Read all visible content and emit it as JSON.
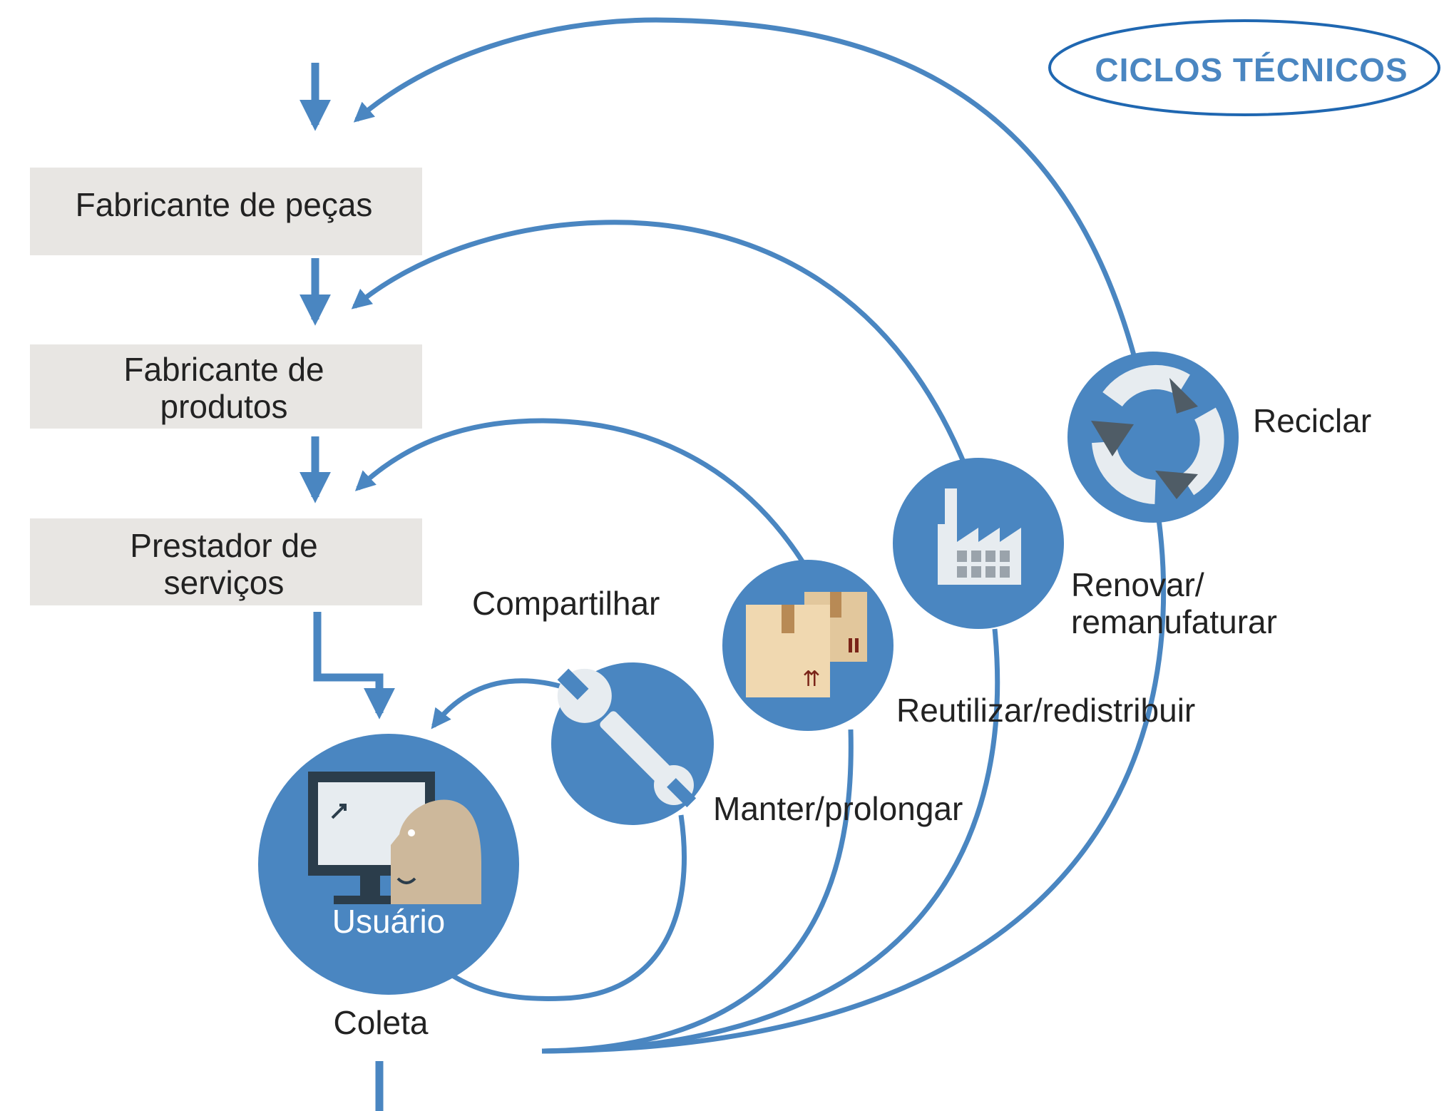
{
  "title": "CICLOS TÉCNICOS",
  "boxes": {
    "parts": [
      "Fabricante de peças"
    ],
    "products": [
      "Fabricante de",
      "produtos"
    ],
    "services": [
      "Prestador de",
      "serviços"
    ]
  },
  "user": {
    "label": "Usuário"
  },
  "collect": {
    "label": "Coleta"
  },
  "cycles": {
    "share": "Compartilhar",
    "maintain": "Manter/prolongar",
    "reuse": "Reutilizar/redistribuir",
    "refurbish": [
      "Renovar/",
      "remanufaturar"
    ],
    "recycle": "Reciclar"
  },
  "colors": {
    "accent": "#4a86c1",
    "box": "#e8e6e3",
    "icon_light": "#e7ecf0",
    "icon_dark": "#4f5c66",
    "skin": "#cdb89b",
    "cardboard": "#f0d8b0"
  }
}
